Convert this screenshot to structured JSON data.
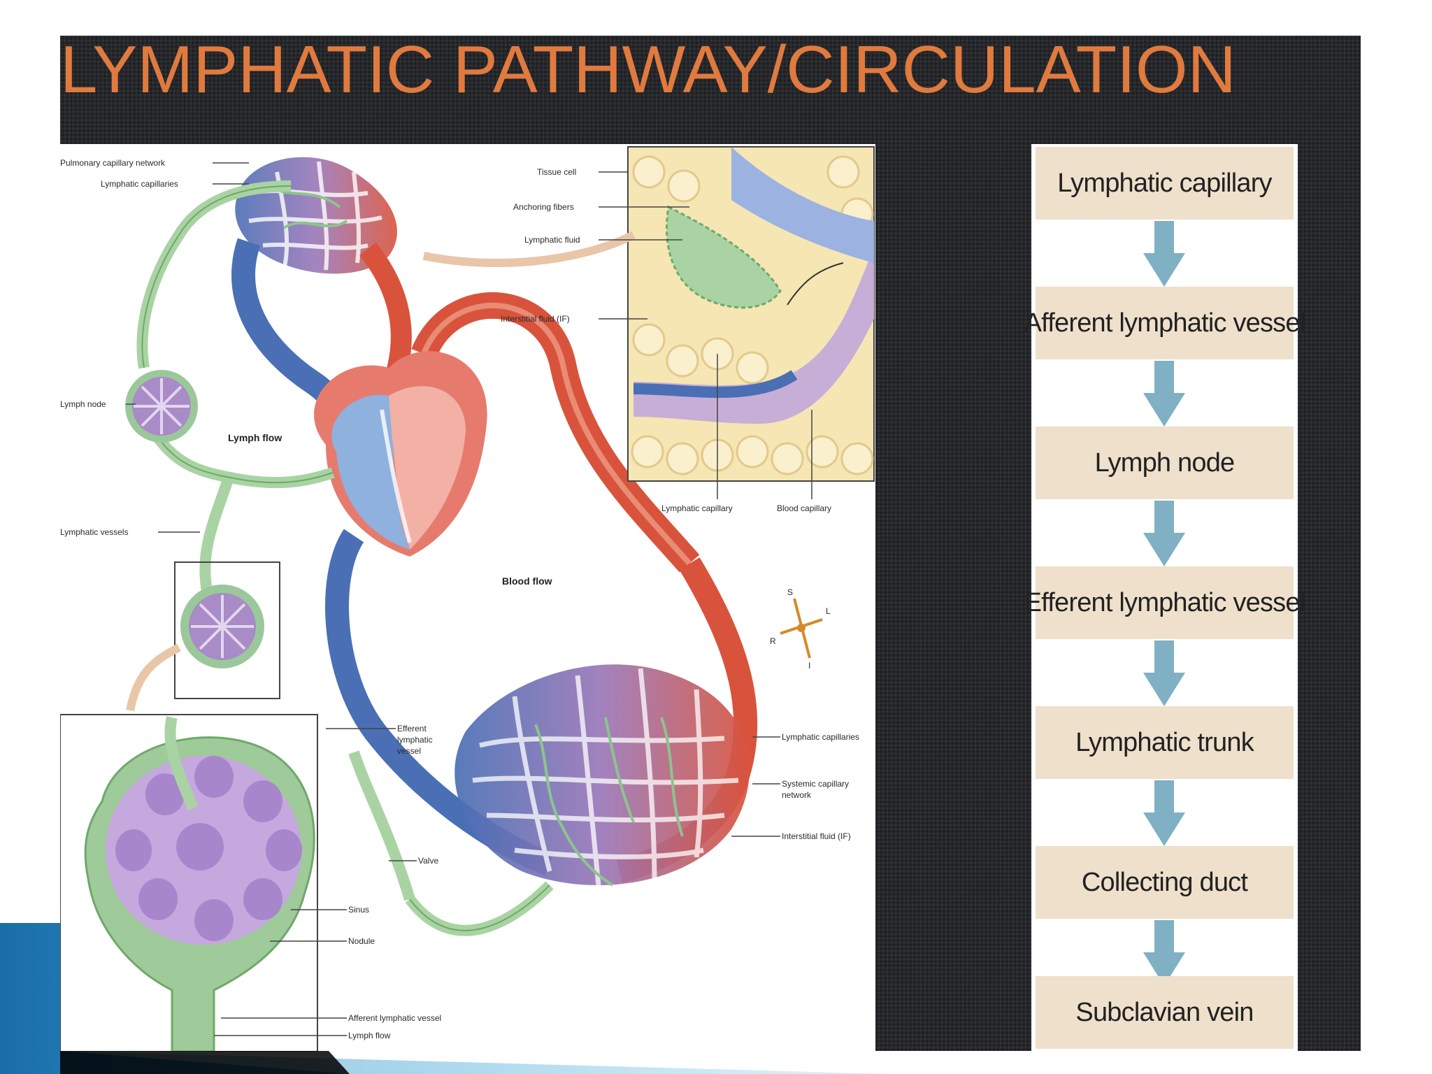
{
  "slide": {
    "title": "LYMPHATIC PATHWAY/CIRCULATION",
    "colors": {
      "title": "#e07a3e",
      "background": "#26282b",
      "box": "#efe0cc",
      "arrow": "#7fb0c3",
      "blue_vessel": "#4a6fb5",
      "red_vessel": "#d9533c",
      "lymph": "#9cc79a",
      "node": "#a88bc7"
    }
  },
  "diagram": {
    "labels": {
      "pulmonary_capillary_network": "Pulmonary capillary network",
      "lymphatic_capillaries_top": "Lymphatic capillaries",
      "lymph_node": "Lymph node",
      "lymph_flow": "Lymph flow",
      "lymphatic_vessels": "Lymphatic vessels",
      "blood_flow": "Blood flow",
      "tissue_cell": "Tissue cell",
      "anchoring_fibers": "Anchoring fibers",
      "lymphatic_fluid": "Lymphatic fluid",
      "interstitial_fluid": "Interstitial fluid (IF)",
      "lymphatic_capillary": "Lymphatic capillary",
      "blood_capillary": "Blood capillary",
      "efferent_1": "Efferent",
      "efferent_2": "lymphatic",
      "efferent_3": "vessel",
      "lymphatic_capillaries_right": "Lymphatic capillaries",
      "systemic_1": "Systemic capillary",
      "systemic_2": "network",
      "interstitial_fluid_2": "Interstitial fluid (IF)",
      "valve": "Valve",
      "sinus": "Sinus",
      "nodule": "Nodule",
      "afferent_lymphatic_vessel": "Afferent lymphatic vessel",
      "lymph_flow_bottom": "Lymph flow",
      "compass_s": "S",
      "compass_l": "L",
      "compass_r": "R",
      "compass_i": "I"
    }
  },
  "flowchart": {
    "steps": [
      "Lymphatic capillary",
      "Afferent lymphatic vessel",
      "Lymph node",
      "Efferent lymphatic vessel",
      "Lymphatic trunk",
      "Collecting duct",
      "Subclavian vein"
    ]
  }
}
